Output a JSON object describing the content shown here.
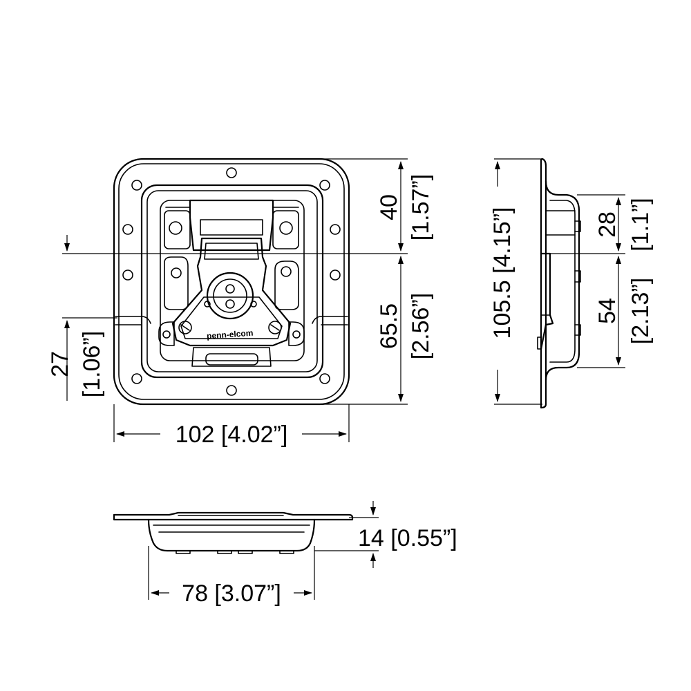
{
  "brand": {
    "logo_text": "penn-elcom"
  },
  "dimensions": {
    "overall_width": "102 [4.02”]",
    "upper_height": "40",
    "upper_height_in": "[1.57”]",
    "lower_height": "65.5",
    "lower_height_in": "[2.56”]",
    "pivot_offset": "27",
    "pivot_offset_in": "[1.06”]",
    "overall_height": "105.5 [4.15”]",
    "side_upper": "28",
    "side_upper_in": "[1.1”]",
    "side_lower": "54",
    "side_lower_in": "[2.13”]",
    "depth": "14 [0.55”]",
    "dish_width": "78 [3.07”]"
  },
  "colors": {
    "line": "#000000",
    "background": "#ffffff"
  }
}
